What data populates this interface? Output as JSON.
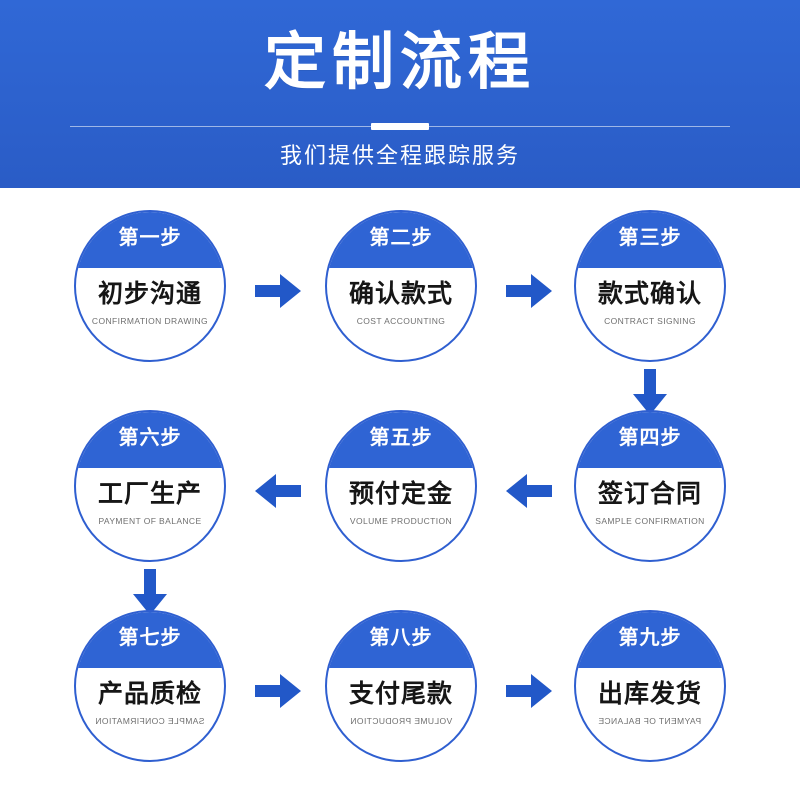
{
  "banner": {
    "title": "定制流程",
    "subtitle": "我们提供全程跟踪服务",
    "accent_color": "#2c61cd",
    "text_color": "#ffffff"
  },
  "theme": {
    "primary_blue": "#2f64d4",
    "ring_blue": "#2f5fd0",
    "arrow_blue": "#2258c8",
    "title_text": "#161616",
    "sub_text": "#6f6f6f",
    "page_background": "#ffffff"
  },
  "flow": {
    "steps": [
      {
        "step_label": "第一步",
        "title": "初步沟通",
        "subtitle": "CONFIRMATION DRAWING",
        "subtitle_mirrored": false
      },
      {
        "step_label": "第二步",
        "title": "确认款式",
        "subtitle": "COST ACCOUNTING",
        "subtitle_mirrored": false
      },
      {
        "step_label": "第三步",
        "title": "款式确认",
        "subtitle": "CONTRACT SIGNING",
        "subtitle_mirrored": false
      },
      {
        "step_label": "第四步",
        "title": "签订合同",
        "subtitle": "SAMPLE CONFIRMATION",
        "subtitle_mirrored": false
      },
      {
        "step_label": "第五步",
        "title": "预付定金",
        "subtitle": "VOLUME PRODUCTION",
        "subtitle_mirrored": false
      },
      {
        "step_label": "第六步",
        "title": "工厂生产",
        "subtitle": "PAYMENT OF BALANCE",
        "subtitle_mirrored": false
      },
      {
        "step_label": "第七步",
        "title": "产品质检",
        "subtitle": "SAMPLE CONFIRMATION",
        "subtitle_mirrored": true
      },
      {
        "step_label": "第八步",
        "title": "支付尾款",
        "subtitle": "VOLUME PRODUCTION",
        "subtitle_mirrored": true
      },
      {
        "step_label": "第九步",
        "title": "出库发货",
        "subtitle": "PAYMENT OF BALANCE",
        "subtitle_mirrored": true
      }
    ],
    "connectors": [
      {
        "name": "arrow-step1-to-step2",
        "direction": "right"
      },
      {
        "name": "arrow-step2-to-step3",
        "direction": "right"
      },
      {
        "name": "arrow-step3-to-step4",
        "direction": "down"
      },
      {
        "name": "arrow-step4-to-step5",
        "direction": "left"
      },
      {
        "name": "arrow-step5-to-step6",
        "direction": "left"
      },
      {
        "name": "arrow-step6-to-step7",
        "direction": "down"
      },
      {
        "name": "arrow-step7-to-step8",
        "direction": "right"
      },
      {
        "name": "arrow-step8-to-step9",
        "direction": "right"
      }
    ]
  }
}
